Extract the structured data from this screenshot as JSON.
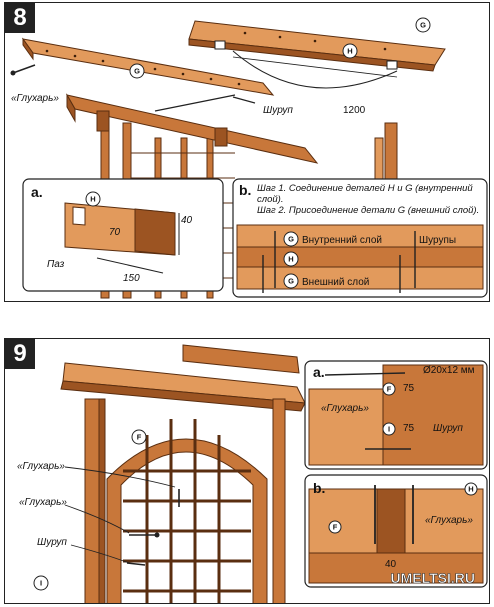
{
  "step8": {
    "number": "8",
    "labels": {
      "part_g_top": "G",
      "part_g_left": "G",
      "part_h": "H",
      "glukhar": "«Глухарь»",
      "shurup": "Шуруп",
      "length": "1200"
    },
    "inset_a": {
      "letter": "a.",
      "part": "H",
      "dim_70": "70",
      "dim_40": "40",
      "dim_150": "150",
      "groove": "Паз"
    },
    "inset_b": {
      "letter": "b.",
      "step1": "Шаг 1. Соединение деталей H и G (внутренний слой).",
      "step2": "Шаг 2. Присоединение детали G (внешний слой).",
      "inner_part": "G",
      "inner_label": "Внутренний слой",
      "middle_part": "H",
      "outer_part": "G",
      "outer_label": "Внешний слой",
      "screws": "Шурупы"
    }
  },
  "step9": {
    "number": "9",
    "labels": {
      "part_f": "F",
      "part_i": "I",
      "glukhar1": "«Глухарь»",
      "glukhar2": "«Глухарь»",
      "shurup": "Шуруп"
    },
    "inset_a": {
      "letter": "a.",
      "size": "Ø20x12 мм",
      "part_f": "F",
      "part_i": "I",
      "dim_75a": "75",
      "dim_75b": "75",
      "glukhar": "«Глухарь»",
      "shurup": "Шуруп"
    },
    "inset_b": {
      "letter": "b.",
      "part_h": "H",
      "part_f": "F",
      "glukhar": "«Глухарь»",
      "dim_40": "40"
    }
  },
  "watermark": "UMELTSI.RU",
  "colors": {
    "wood": "#c8773a",
    "wood_light": "#e29a5c",
    "wood_dark": "#9c5422"
  }
}
